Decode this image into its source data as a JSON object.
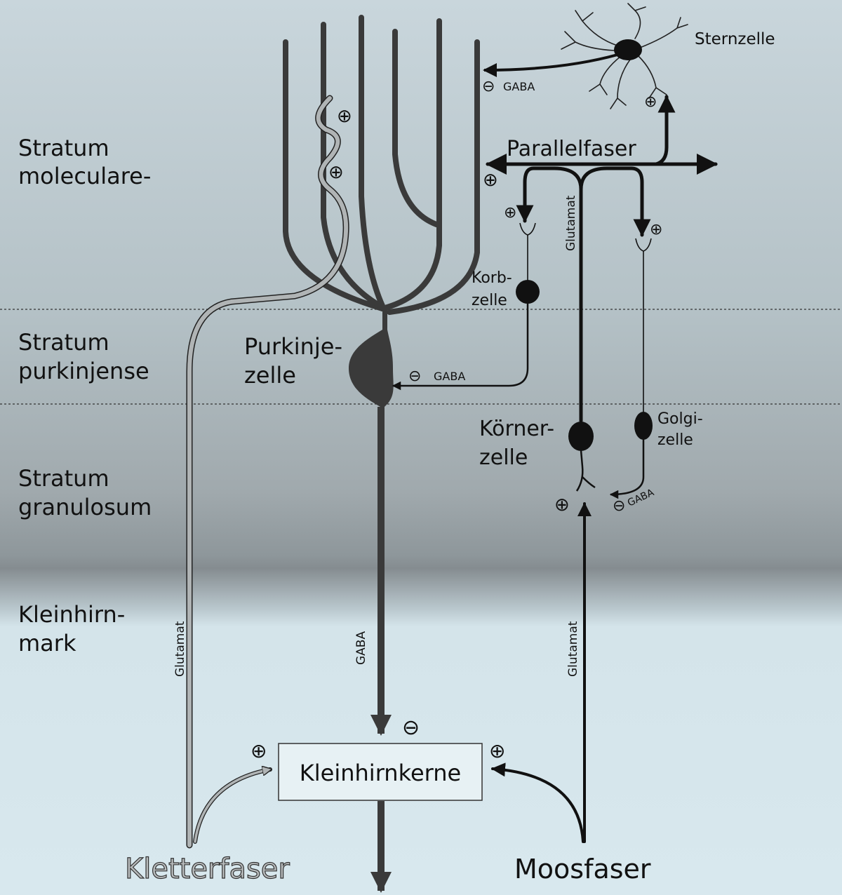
{
  "layers": {
    "molecular": [
      "Stratum",
      "moleculare-"
    ],
    "purkinje": [
      "Stratum",
      "purkinjense"
    ],
    "granular": [
      "Stratum",
      "granulosum"
    ],
    "medulla": [
      "Kleinhirn-",
      "mark"
    ]
  },
  "cells": {
    "stellate": "Sternzelle",
    "parallel_fiber": "Parallelfaser",
    "basket": [
      "Korb-",
      "zelle"
    ],
    "purkinje": [
      "Purkinje-",
      "zelle"
    ],
    "granule": [
      "Körner-",
      "zelle"
    ],
    "golgi": [
      "Golgi-",
      "zelle"
    ],
    "nuclei": "Kleinhirnkerne",
    "climbing_fiber": "Kletterfaser",
    "mossy_fiber": "Moosfaser"
  },
  "transmitters": {
    "gaba": "GABA",
    "glutamat": "Glutamat"
  },
  "signs": {
    "plus": "⊕",
    "minus": "⊖"
  },
  "colors": {
    "background_top": "#c4d2d7",
    "background_mid": "#8a9195",
    "background_bottom": "#d6e6ec",
    "purkinje": "#3a3a3a",
    "climbing_fiber": "#a6a9aa",
    "black": "#111111"
  }
}
